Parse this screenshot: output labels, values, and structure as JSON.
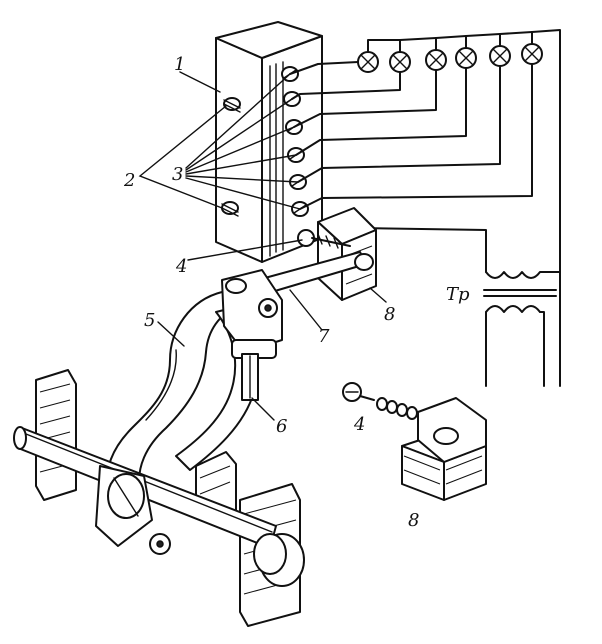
{
  "labels": {
    "l1": "1",
    "l2": "2",
    "l3": "3",
    "l4a": "4",
    "l4b": "4",
    "l5": "5",
    "l6": "6",
    "l7": "7",
    "l8a": "8",
    "l8b": "8",
    "tr": "Tp"
  }
}
